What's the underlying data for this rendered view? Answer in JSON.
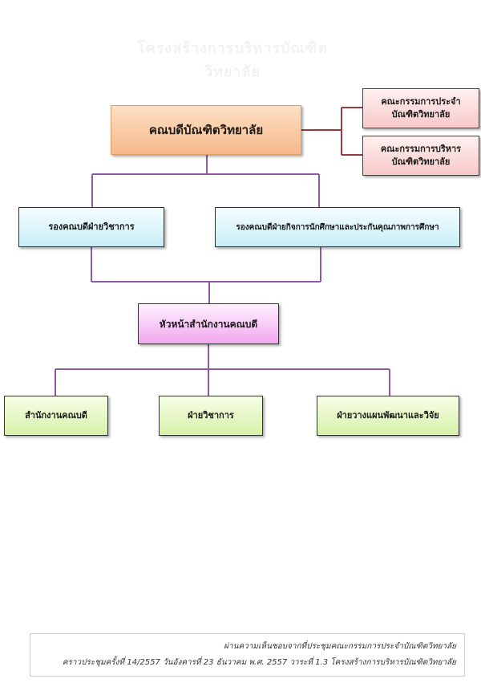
{
  "faded_title": "โครงสร้างการบริหารบัณฑิตวิทยาลัย",
  "org_chart": {
    "dean": "คณบดีบัณฑิตวิทยาลัย",
    "committees": [
      {
        "line1": "คณะกรรมการประจำ",
        "line2": "บัณฑิตวิทยาลัย"
      },
      {
        "line1": "คณะกรรมการบริหาร",
        "line2": "บัณฑิตวิทยาลัย"
      }
    ],
    "vice_deans": [
      "รองคณบดีฝ่ายวิชาการ",
      "รองคณบดีฝ่ายกิจการนักศึกษาและประกันคุณภาพการศึกษา"
    ],
    "office_head": "หัวหน้าสำนักงานคณบดี",
    "units": [
      "สำนักงานคณบดี",
      "ฝ่ายวิชาการ",
      "ฝ่ายวางแผนพัฒนาและวิจัย"
    ],
    "colors": {
      "dean": "#f6b98a",
      "committee": "#f8c9c9",
      "vice_dean": "#c8eef7",
      "office_head": "#f0a8ee",
      "unit": "#d7f0a8",
      "connector_purple": "#8e5aa8",
      "connector_red": "#9b3a3a"
    }
  },
  "footer": {
    "line1": "ผ่านความเห็นชอบจากที่ประชุมคณะกรรมการประจำบัณฑิตวิทยาลัย",
    "line2": "คราวประชุมครั้งที่ 14/2557 วันอังคารที่ 23 ธันวาคม พ.ศ. 2557 วาระที่ 1.3 โครงสร้างการบริหารบัณฑิตวิทยาลัย"
  }
}
